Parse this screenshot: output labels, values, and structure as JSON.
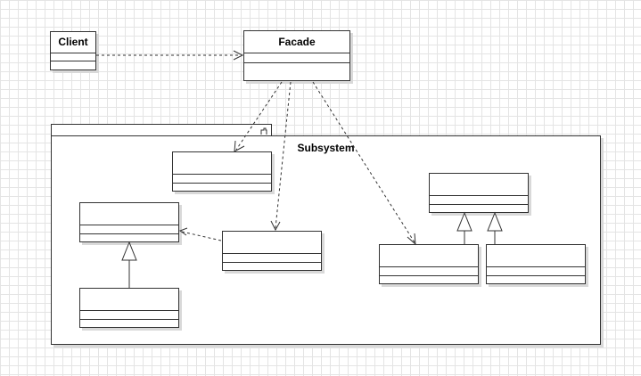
{
  "diagram": {
    "client": {
      "name": "Client"
    },
    "facade": {
      "name": "Facade"
    },
    "package": {
      "name": "Subsystem"
    }
  }
}
